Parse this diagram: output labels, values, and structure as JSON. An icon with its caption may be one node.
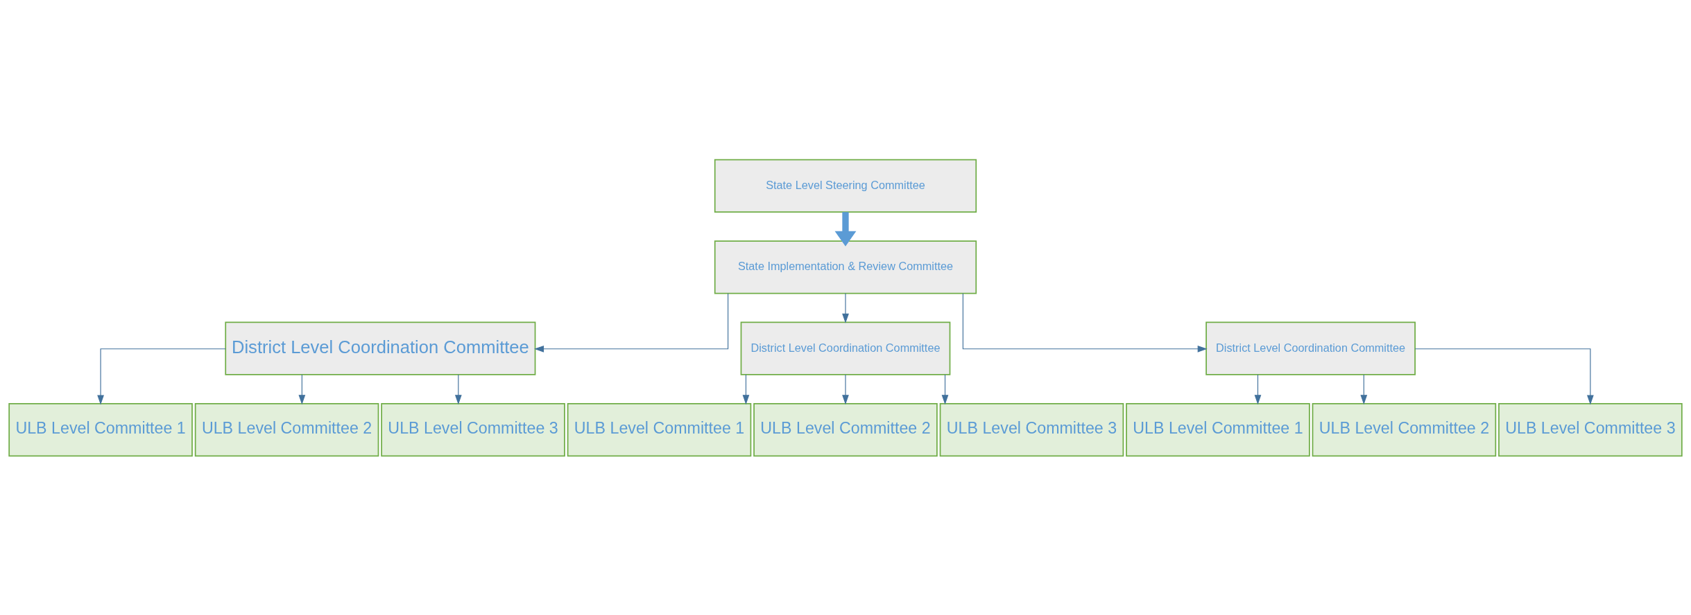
{
  "diagram": {
    "nodes": [
      {
        "text": [
          "State Level Steering Committee"
        ]
      },
      {
        "text": [
          "State Implementation & Review Committee"
        ]
      },
      {
        "text": [
          "District Level Coordination Committee"
        ]
      },
      {
        "text": [
          "District Level Coordination Committee"
        ]
      },
      {
        "text": [
          "District Level Coordination Committee"
        ]
      },
      {
        "text": [
          "ULB Level Committee 1"
        ]
      },
      {
        "text": [
          "ULB Level Committee 2"
        ]
      },
      {
        "text": [
          "ULB Level Committee 3"
        ]
      },
      {
        "text": [
          "ULB Level Committee 1"
        ]
      },
      {
        "text": [
          "ULB Level Committee 2"
        ]
      },
      {
        "text": [
          "ULB Level Committee 3"
        ]
      },
      {
        "text": [
          "ULB Level Committee 1"
        ]
      },
      {
        "text": [
          "ULB Level Committee 2"
        ]
      },
      {
        "text": [
          "ULB Level Committee 3"
        ]
      }
    ],
    "edges": [
      {
        "from": 0,
        "to": 1,
        "arrow": "to",
        "style": "thick"
      },
      {
        "from": 1,
        "to": 2,
        "arrow": "to"
      },
      {
        "from": 1,
        "to": 3,
        "arrow": "to"
      },
      {
        "from": 1,
        "to": 4,
        "arrow": "to"
      },
      {
        "from": 2,
        "to": 5,
        "arrow": "to"
      },
      {
        "from": 2,
        "to": 6,
        "arrow": "to"
      },
      {
        "from": 2,
        "to": 7,
        "arrow": "to"
      },
      {
        "from": 3,
        "to": 8,
        "arrow": "to"
      },
      {
        "from": 3,
        "to": 9,
        "arrow": "to"
      },
      {
        "from": 3,
        "to": 10,
        "arrow": "to"
      },
      {
        "from": 4,
        "to": 11,
        "arrow": "to"
      },
      {
        "from": 4,
        "to": 12,
        "arrow": "to"
      },
      {
        "from": 4,
        "to": 13,
        "arrow": "to"
      }
    ]
  }
}
